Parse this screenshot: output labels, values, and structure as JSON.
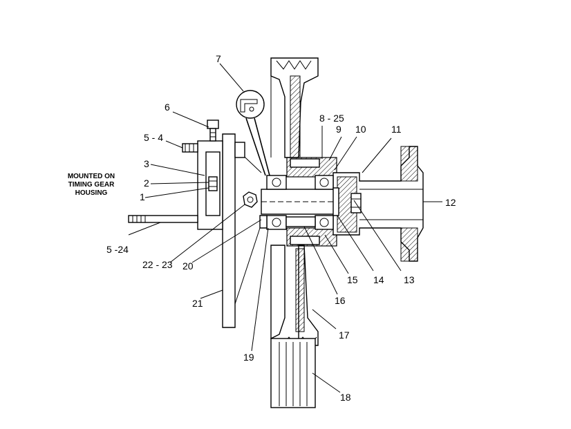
{
  "note": {
    "line1": "MOUNTED ON",
    "line2": "TIMING GEAR",
    "line3": "HOUSING"
  },
  "callouts": [
    {
      "id": "1",
      "text": "1"
    },
    {
      "id": "2",
      "text": "2"
    },
    {
      "id": "3",
      "text": "3"
    },
    {
      "id": "5-4",
      "text": "5 - 4"
    },
    {
      "id": "6",
      "text": "6"
    },
    {
      "id": "7",
      "text": "7"
    },
    {
      "id": "8-25",
      "text": "8 - 25"
    },
    {
      "id": "9",
      "text": "9"
    },
    {
      "id": "10",
      "text": "10"
    },
    {
      "id": "11",
      "text": "11"
    },
    {
      "id": "12",
      "text": "12"
    },
    {
      "id": "13",
      "text": "13"
    },
    {
      "id": "14",
      "text": "14"
    },
    {
      "id": "15",
      "text": "15"
    },
    {
      "id": "16",
      "text": "16"
    },
    {
      "id": "17",
      "text": "17"
    },
    {
      "id": "18",
      "text": "18"
    },
    {
      "id": "19",
      "text": "19"
    },
    {
      "id": "20",
      "text": "20"
    },
    {
      "id": "21",
      "text": "21"
    },
    {
      "id": "22-23",
      "text": "22 - 23"
    },
    {
      "id": "5-24",
      "text": "5 -24"
    }
  ]
}
